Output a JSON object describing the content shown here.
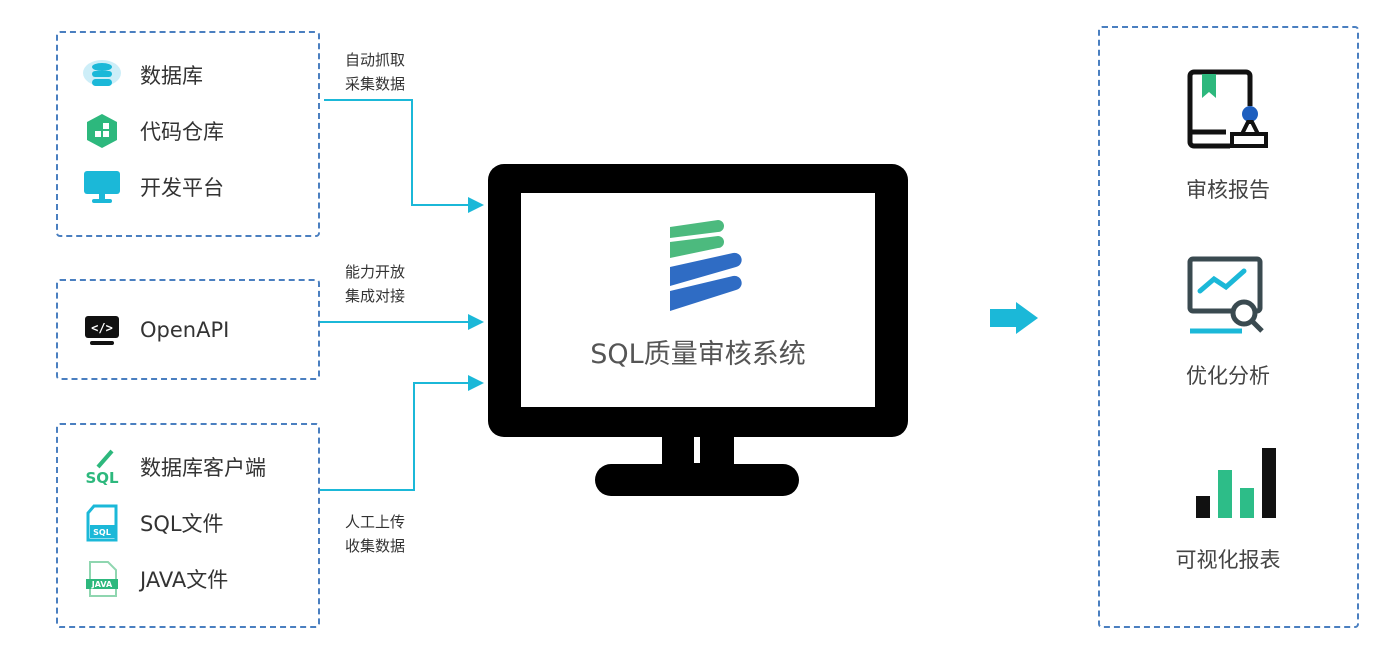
{
  "sources": {
    "group1": [
      {
        "label": "数据库",
        "icon": "database-icon"
      },
      {
        "label": "代码仓库",
        "icon": "code-repository-icon"
      },
      {
        "label": "开发平台",
        "icon": "monitor-icon"
      }
    ],
    "group2": [
      {
        "label": "OpenAPI",
        "icon": "code-api-icon"
      }
    ],
    "group3": [
      {
        "label": "数据库客户端",
        "icon": "sql-client-icon"
      },
      {
        "label": "SQL文件",
        "icon": "sql-file-icon"
      },
      {
        "label": "JAVA文件",
        "icon": "java-file-icon"
      }
    ]
  },
  "connectors": [
    {
      "line1": "自动抓取",
      "line2": "采集数据"
    },
    {
      "line1": "能力开放",
      "line2": "集成对接"
    },
    {
      "line1": "人工上传",
      "line2": "收集数据"
    }
  ],
  "center": {
    "title": "SQL质量审核系统"
  },
  "sql_icon_text": "SQL",
  "java_icon_text": "JAVA",
  "outputs": [
    {
      "label": "审核报告",
      "icon": "audit-report-icon"
    },
    {
      "label": "优化分析",
      "icon": "optimization-analysis-icon"
    },
    {
      "label": "可视化报表",
      "icon": "bar-chart-icon"
    }
  ],
  "colors": {
    "accent": "#1bb8d8",
    "dash": "#4a7fc0",
    "green": "#2db87d",
    "blue": "#2f5fbf"
  }
}
